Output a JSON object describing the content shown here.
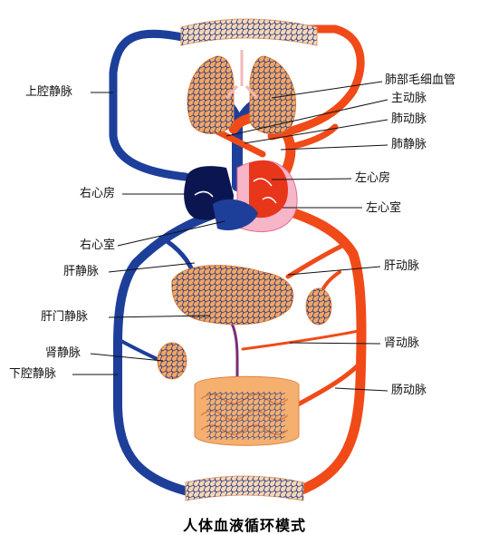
{
  "labels": {
    "pulmonary_capillaries": "肺部毛细血管",
    "aorta": "主动脉",
    "pulmonary_artery": "肺动脉",
    "pulmonary_vein": "肺静脉",
    "superior_vena_cava": "上腔静脉",
    "right_atrium": "右心房",
    "left_atrium": "左心房",
    "left_ventricle": "左心室",
    "right_ventricle": "右心室",
    "hepatic_vein": "肝静脉",
    "hepatic_artery": "肝动脉",
    "hepatic_portal_vein": "肝门静脉",
    "renal_vein": "肾静脉",
    "renal_artery": "肾动脉",
    "inferior_vena_cava": "下腔静脉",
    "intestinal_artery": "肠动脉"
  },
  "caption": "人体血液循环模式",
  "colors": {
    "artery": "#f04a18",
    "vein": "#1d3f9a",
    "capillary_tissue": "#f4a15d",
    "capillary_mesh": "#2a3f8c",
    "left_ventricle_fill": "#f7b5c8",
    "right_heart_fill": "#0b1650"
  }
}
